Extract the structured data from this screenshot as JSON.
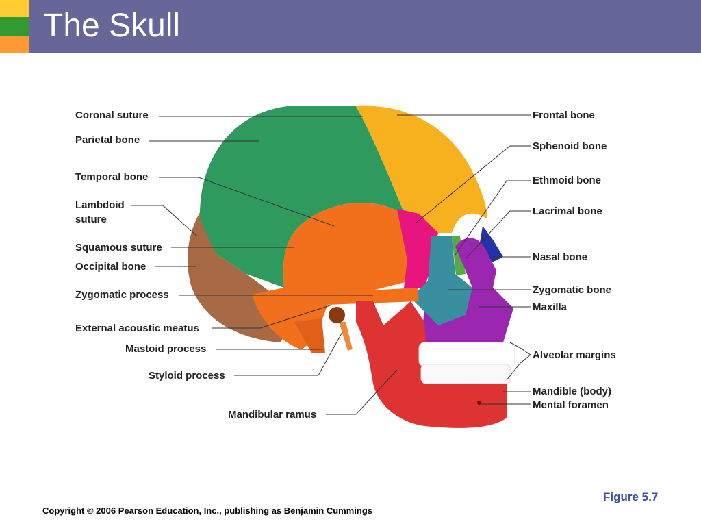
{
  "slide": {
    "title": "The Skull",
    "figure_number": "Figure 5.7",
    "copyright": "Copyright © 2006 Pearson Education, Inc., publishing as Benjamin Cummings"
  },
  "colors": {
    "header_bar": "#666699",
    "square_yellow": "#ffcc33",
    "square_green": "#339933",
    "square_orange": "#ff9933",
    "parietal": "#2f9a5e",
    "frontal": "#f7b11e",
    "temporal": "#f26f1c",
    "occipital": "#a86a44",
    "sphenoid": "#e8147f",
    "zygomatic": "#3a8f9e",
    "maxilla": "#9b27b0",
    "mandible": "#dd3333",
    "nasal": "#2233aa",
    "ethmoid": "#55aa44",
    "figure_number": "#3d4f9f"
  },
  "labels": {
    "coronal_suture": "Coronal suture",
    "parietal_bone": "Parietal bone",
    "temporal_bone": "Temporal bone",
    "lambdoid_suture_1": "Lambdoid",
    "lambdoid_suture_2": "suture",
    "squamous_suture": "Squamous suture",
    "occipital_bone": "Occipital bone",
    "zygomatic_process": "Zygomatic process",
    "external_acoustic_meatus": "External acoustic meatus",
    "mastoid_process": "Mastoid process",
    "styloid_process": "Styloid process",
    "mandibular_ramus": "Mandibular ramus",
    "frontal_bone": "Frontal bone",
    "sphenoid_bone": "Sphenoid bone",
    "ethmoid_bone": "Ethmoid bone",
    "lacrimal_bone": "Lacrimal bone",
    "nasal_bone": "Nasal bone",
    "zygomatic_bone": "Zygomatic bone",
    "maxilla": "Maxilla",
    "alveolar_margins": "Alveolar margins",
    "mandible_body": "Mandible (body)",
    "mental_foramen": "Mental foramen"
  }
}
